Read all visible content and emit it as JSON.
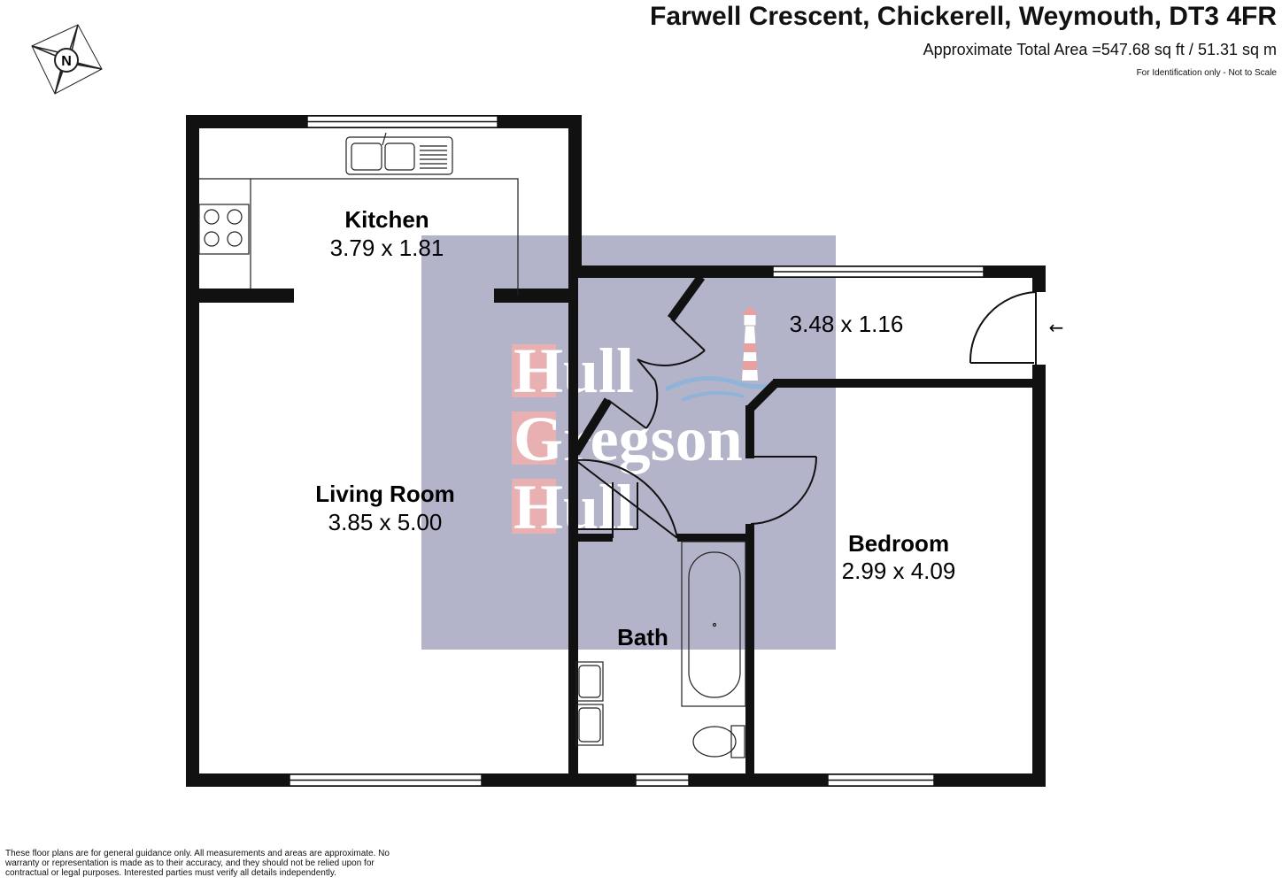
{
  "header": {
    "address": "Farwell Crescent, Chickerell, Weymouth, DT3 4FR",
    "total_area": "Approximate Total Area =547.68 sq ft / 51.31 sq m",
    "identification_note": "For Identification only - Not to Scale"
  },
  "compass": {
    "label": "N",
    "icon": "compass-icon"
  },
  "rooms": {
    "kitchen": {
      "name": "Kitchen",
      "dims": "3.79 x 1.81"
    },
    "living_room": {
      "name": "Living Room",
      "dims": "3.85 x 5.00"
    },
    "hall": {
      "dims": "3.48 x 1.16"
    },
    "bedroom": {
      "name": "Bedroom",
      "dims": "2.99 x 4.09"
    },
    "bath": {
      "name": "Bath"
    }
  },
  "entrance_arrow": "←",
  "watermark": {
    "lines": [
      "Hull",
      "Gregson",
      "Hull"
    ],
    "icon": "lighthouse-icon"
  },
  "disclaimer": "These floor plans are for general guidance only. All measurements and areas are approximate. No warranty or representation is made as to their accuracy, and they should not be relied upon for contractual or legal purposes. Interested parties must verify all details independently.",
  "colors": {
    "wall": "#111111",
    "watermark_panel": "#b3b4ca",
    "logo_letter_fill": "#e8b0b0",
    "logo_wave": "#8fb3d9"
  }
}
